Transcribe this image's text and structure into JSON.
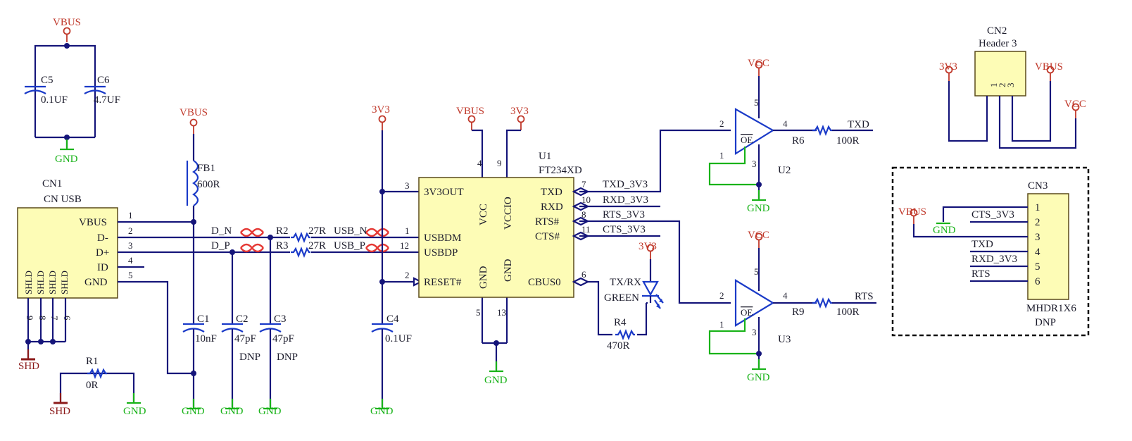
{
  "power": {
    "vbus": "VBUS",
    "gnd": "GND",
    "v3v3": "3V3",
    "vcc": "VCC",
    "shd": "SHD"
  },
  "cn1": {
    "ref": "CN1",
    "value": "CN USB",
    "pins": [
      "VBUS",
      "D-",
      "D+",
      "ID",
      "GND"
    ],
    "pin_numbers": [
      "1",
      "2",
      "3",
      "4",
      "5"
    ],
    "shield": "SHLD",
    "shield_numbers": [
      "9",
      "8",
      "7",
      "6"
    ]
  },
  "c5": {
    "ref": "C5",
    "value": "0.1UF"
  },
  "c6": {
    "ref": "C6",
    "value": "4.7UF"
  },
  "fb1": {
    "ref": "FB1",
    "value": "600R"
  },
  "c1": {
    "ref": "C1",
    "value": "10nF"
  },
  "c2": {
    "ref": "C2",
    "value": "47pF",
    "dnp": "DNP"
  },
  "c3": {
    "ref": "C3",
    "value": "47pF",
    "dnp": "DNP"
  },
  "c4": {
    "ref": "C4",
    "value": "0.1UF"
  },
  "r1": {
    "ref": "R1",
    "value": "0R"
  },
  "r2": {
    "ref": "R2",
    "value": "27R"
  },
  "r3": {
    "ref": "R3",
    "value": "27R"
  },
  "r4": {
    "ref": "R4",
    "value": "470R"
  },
  "r6": {
    "ref": "R6",
    "value": "100R"
  },
  "r9": {
    "ref": "R9",
    "value": "100R"
  },
  "nets": {
    "dn": "D_N",
    "dp": "D_P",
    "usbn": "USB_N",
    "usbp": "USB_P",
    "txd3v3": "TXD_3V3",
    "rxd3v3": "RXD_3V3",
    "rts3v3": "RTS_3V3",
    "cts3v3": "CTS_3V3",
    "txd": "TXD",
    "rts": "RTS"
  },
  "u1": {
    "ref": "U1",
    "value": "FT234XD",
    "left_pins": [
      "3V3OUT",
      "USBDM",
      "USBDP",
      "RESET#"
    ],
    "left_numbers": [
      "3",
      "1",
      "12",
      "2"
    ],
    "top_pins": [
      "VCC",
      "VCCIO"
    ],
    "top_numbers": [
      "4",
      "9"
    ],
    "bottom_pins": [
      "GND",
      "GND"
    ],
    "bottom_numbers": [
      "5",
      "13"
    ],
    "right_pins": [
      "TXD",
      "RXD",
      "RTS#",
      "CTS#",
      "CBUS0"
    ],
    "right_numbers": [
      "7",
      "10",
      "8",
      "11",
      "6"
    ]
  },
  "led": {
    "label1": "TX/RX",
    "label2": "GREEN"
  },
  "u2": {
    "ref": "U2",
    "pins": [
      "2",
      "4",
      "1",
      "5",
      "3"
    ],
    "oe": "OE"
  },
  "u3": {
    "ref": "U3",
    "pins": [
      "2",
      "4",
      "1",
      "5",
      "3"
    ],
    "oe": "OE"
  },
  "cn2": {
    "ref": "CN2",
    "value": "Header 3",
    "pins": [
      "1",
      "2",
      "3"
    ]
  },
  "cn3": {
    "ref": "CN3",
    "value": "MHDR1X6",
    "dnp": "DNP",
    "pins": [
      "1",
      "2",
      "3",
      "4",
      "5",
      "6"
    ],
    "nets": [
      "CTS_3V3",
      "",
      "",
      "TXD",
      "RXD_3V3",
      "RTS"
    ]
  }
}
